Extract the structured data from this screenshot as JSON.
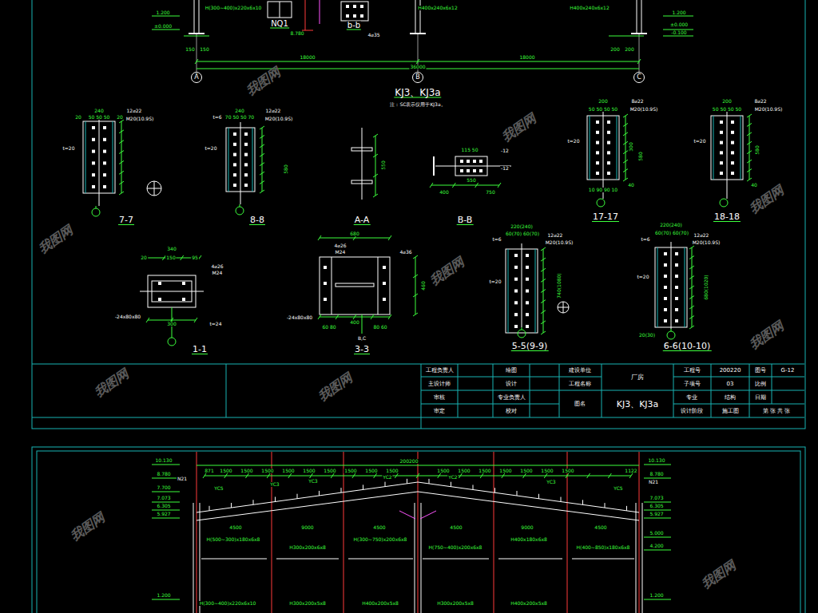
{
  "diagram": {
    "title": "KJ3、KJ3a",
    "nodes": [
      {
        "text": [
          "A"
        ]
      },
      {
        "text": [
          "B"
        ]
      },
      {
        "text": [
          "C"
        ]
      }
    ],
    "labels": [
      "1.200",
      "±0.000",
      "150",
      "150",
      "H(300~400)x220x6x10",
      "NQ1",
      "8.780",
      "b-b",
      "4⌀35",
      "H400x240x6x12",
      "H400x240x6x12",
      "200",
      "200",
      "1.200",
      "±0.000",
      "-0.100",
      "18000",
      "18000",
      "36000",
      "注：SC表示仅用于KJ3a。",
      "240",
      "20",
      "50 50 50",
      "20",
      "12⌀22",
      "M20(10.9S)",
      "t=20",
      "7-7",
      "240",
      "t=6",
      "70 50 50 70",
      "12⌀22",
      "M20(10.9S)",
      "t=20",
      "580",
      "8-8",
      "550",
      "A-A",
      "115 50",
      "-12",
      "-12",
      "400",
      "550",
      "750",
      "B-B",
      "200",
      "50 50 50 50",
      "8⌀22",
      "M20(10.9S)",
      "t=20",
      "300",
      "580",
      "40",
      "10 90 90 10",
      "17-17",
      "200",
      "50 50 50 50",
      "8⌀22",
      "M20(10.9S)",
      "t=20",
      "580",
      "40",
      "18-18",
      "340",
      "20",
      "150",
      "95",
      "4⌀26",
      "M24",
      "-24x80x80",
      "300",
      "t=24",
      "1-1",
      "680",
      "4⌀26",
      "M24",
      "4⌀36",
      "460",
      "-24x80x80",
      "400",
      "60 80",
      "80 60",
      "B,C",
      "3-3",
      "220(240)",
      "t=6",
      "60(70)",
      "60(70)",
      "12⌀22",
      "M20(10.9S)",
      "t=20",
      "740(1080)",
      "5-5(9-9)",
      "220(240)",
      "t=6",
      "60(70)",
      "60(70)",
      "12⌀22",
      "M20(10.9S)",
      "t=20",
      "680(1020)",
      "20(30)",
      "6-6(10-10)",
      "工程负责人",
      "主设计师",
      "审核",
      "审定",
      "绘图",
      "设计",
      "专业负责人",
      "校对",
      "建设单位",
      "工程名称",
      "厂房",
      "图名",
      "KJ3、KJ3a",
      "工程号",
      "200220",
      "图号",
      "G-12",
      "子项号",
      "03",
      "比例",
      "专业",
      "结构",
      "日期",
      "设计阶段",
      "施工图",
      "第 张 共 张",
      "10.130",
      "8.780",
      "7.700",
      "7.073",
      "6.305",
      "5.927",
      "1.200",
      "10.130",
      "8.780",
      "7.073",
      "6.305",
      "5.927",
      "5.000",
      "4.200",
      "1.200",
      "200200",
      "871",
      "1500",
      "1500",
      "1500",
      "1500",
      "1500",
      "1500",
      "1500",
      "1500",
      "1500",
      "1500",
      "1500",
      "1500",
      "1500",
      "1500",
      "1500",
      "1500",
      "1122",
      "YC5",
      "YC3",
      "YC3",
      "YC2",
      "YC2",
      "YC3",
      "YC5",
      "N21",
      "N21",
      "4500",
      "9000",
      "4500",
      "4500",
      "9000",
      "4500",
      "H(500~300)x180x6x8",
      "H300x200x6x8",
      "H(300~750)x200x6x8",
      "H(750~400)x200x6x8",
      "H400x180x6x8",
      "H(400~850)x180x6x8",
      "H(300~400)x220x6x10",
      "H300x200x5x8",
      "H400x200x5x8",
      "H300x200x5x8",
      "H400x200x5x8",
      "我图网",
      "我图网",
      "我图网",
      "我图网",
      "我图网",
      "我图网",
      "我图网",
      "我图网",
      "我图网",
      "我图网"
    ]
  }
}
